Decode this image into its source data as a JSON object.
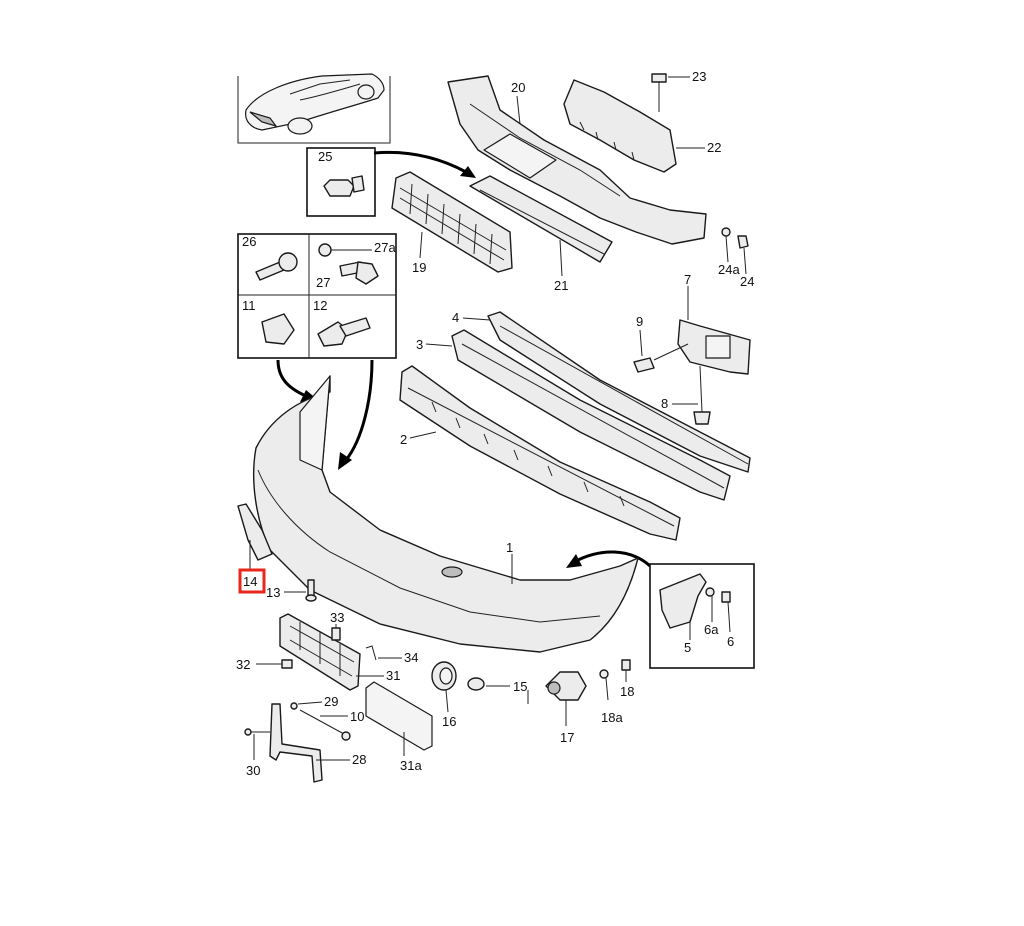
{
  "colors": {
    "highlight": "#e8261c",
    "line": "#1a1a1a",
    "part_fill": "#ececec"
  },
  "labels": {
    "l1": "1",
    "l2": "2",
    "l3": "3",
    "l4": "4",
    "l5": "5",
    "l6": "6",
    "l6a": "6a",
    "l7": "7",
    "l8": "8",
    "l9": "9",
    "l10": "10",
    "l11": "11",
    "l12": "12",
    "l13": "13",
    "l14": "14",
    "l15": "15",
    "l16": "16",
    "l17": "17",
    "l18": "18",
    "l18a": "18a",
    "l19": "19",
    "l20": "20",
    "l21": "21",
    "l22": "22",
    "l23": "23",
    "l24": "24",
    "l24a": "24a",
    "l25": "25",
    "l26": "26",
    "l27": "27",
    "l27a": "27a",
    "l28": "28",
    "l29": "29",
    "l30": "30",
    "l31": "31",
    "l31a": "31a",
    "l32": "32",
    "l33": "33",
    "l34": "34"
  },
  "highlighted_label": "14"
}
